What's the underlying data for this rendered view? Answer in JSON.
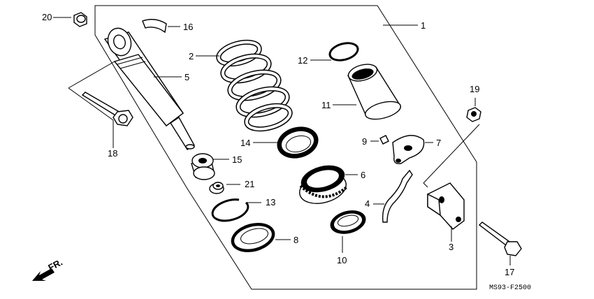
{
  "diagram_code": "MS93-F2500",
  "front_arrow_label": "FR.",
  "callouts": {
    "c1": "1",
    "c2": "2",
    "c3": "3",
    "c4": "4",
    "c5": "5",
    "c6": "6",
    "c7": "7",
    "c8": "8",
    "c9": "9",
    "c10": "10",
    "c11": "11",
    "c12": "12",
    "c13": "13",
    "c14": "14",
    "c15": "15",
    "c16": "16",
    "c17": "17",
    "c18": "18",
    "c19": "19",
    "c20": "20",
    "c21": "21"
  }
}
